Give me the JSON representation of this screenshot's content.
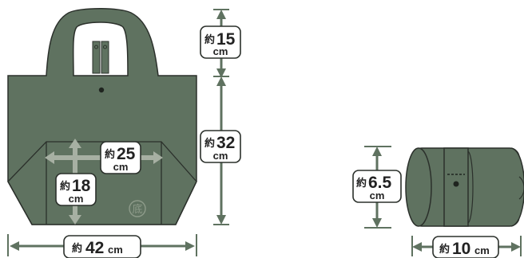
{
  "colors": {
    "bag": "#5f7260",
    "bag_dark": "#4b5c4c",
    "outline": "#2b302b",
    "arrow": "#5f7260",
    "label_border": "#2b302b",
    "label_fill": "#ffffff"
  },
  "dimensions": {
    "handle": {
      "prefix": "約",
      "value": "15",
      "unit": "cm"
    },
    "body_height": {
      "prefix": "約",
      "value": "32",
      "unit": "cm"
    },
    "width": {
      "prefix": "約",
      "value": "42",
      "unit": "cm"
    },
    "bottom_width": {
      "prefix": "約",
      "value": "25",
      "unit": "cm"
    },
    "bottom_depth": {
      "prefix": "約",
      "value": "18",
      "unit": "cm"
    },
    "folded_height": {
      "prefix": "約",
      "value": "6.5",
      "unit": "cm"
    },
    "folded_length": {
      "prefix": "約",
      "value": "10",
      "unit": "cm"
    }
  },
  "bottom_mark": "底"
}
